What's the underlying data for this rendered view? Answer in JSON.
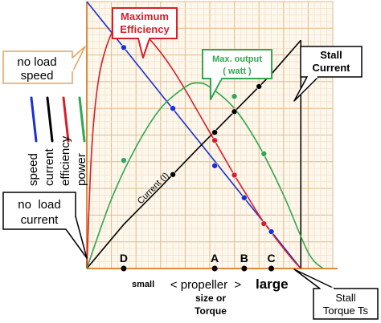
{
  "chart_data": {
    "type": "line",
    "xlim": [
      0,
      1
    ],
    "ylim": [
      0,
      1
    ],
    "grid": true,
    "series": [
      {
        "name": "speed",
        "color": "#1a2fd1",
        "x": [
          0,
          0.15,
          0.3,
          0.45,
          0.6,
          0.75,
          0.87
        ],
        "y": [
          1.0,
          0.828,
          0.655,
          0.483,
          0.31,
          0.138,
          0.0
        ]
      },
      {
        "name": "current",
        "color": "#000000",
        "x": [
          0,
          0.15,
          0.3,
          0.45,
          0.6,
          0.75,
          0.87
        ],
        "y": [
          0.0,
          0.165,
          0.305,
          0.448,
          0.588,
          0.728,
          0.855
        ]
      },
      {
        "name": "efficiency",
        "color": "#d81e2a",
        "x": [
          0,
          0.02,
          0.05,
          0.1,
          0.15,
          0.2,
          0.25,
          0.3,
          0.35,
          0.4,
          0.45,
          0.5,
          0.55,
          0.6,
          0.65,
          0.7,
          0.75,
          0.8,
          0.84,
          0.87
        ],
        "y": [
          0.0,
          0.45,
          0.72,
          0.88,
          0.928,
          0.91,
          0.865,
          0.81,
          0.745,
          0.67,
          0.59,
          0.51,
          0.43,
          0.35,
          0.275,
          0.2,
          0.135,
          0.075,
          0.03,
          0.0
        ]
      },
      {
        "name": "power",
        "color": "#2fa84f",
        "x": [
          0,
          0.1,
          0.2,
          0.3,
          0.4,
          0.45,
          0.5,
          0.6,
          0.7,
          0.8,
          0.9,
          0.96
        ],
        "y": [
          0.0,
          0.26,
          0.455,
          0.6,
          0.68,
          0.695,
          0.68,
          0.6,
          0.46,
          0.275,
          0.06,
          0.0
        ]
      }
    ],
    "markers": {
      "speed": [
        [
          0.15,
          0.828
        ],
        [
          0.35,
          0.6
        ],
        [
          0.52,
          0.385
        ],
        [
          0.64,
          0.265
        ],
        [
          0.75,
          0.138
        ]
      ],
      "current": [
        [
          0.35,
          0.352
        ],
        [
          0.52,
          0.51
        ],
        [
          0.6,
          0.588
        ],
        [
          0.7,
          0.682
        ]
      ],
      "efficiency": [
        [
          0.15,
          0.928
        ],
        [
          0.52,
          0.48
        ],
        [
          0.6,
          0.35
        ],
        [
          0.72,
          0.168
        ]
      ],
      "power": [
        [
          0.15,
          0.405
        ],
        [
          0.52,
          0.695
        ],
        [
          0.6,
          0.645
        ],
        [
          0.72,
          0.43
        ]
      ]
    },
    "x_points": [
      {
        "label": "D",
        "x": 0.15
      },
      {
        "label": "A",
        "x": 0.52
      },
      {
        "label": "B",
        "x": 0.64
      },
      {
        "label": "C",
        "x": 0.75
      }
    ],
    "x_axis_text": {
      "small": "small",
      "middle_line1": "< propeller  >",
      "middle_line2": "size or",
      "middle_line3": "Torque",
      "large": "large"
    },
    "curve_label": "Current (I)",
    "legend": [
      {
        "label": "speed",
        "color": "#1a2fd1"
      },
      {
        "label": "current",
        "color": "#000000"
      },
      {
        "label": "efficiency",
        "color": "#d81e2a"
      },
      {
        "label": "power",
        "color": "#2fa84f"
      }
    ],
    "callouts": {
      "max_efficiency": [
        "Maximum",
        "Efficiency"
      ],
      "max_output": [
        "Max. output",
        "( watt )"
      ],
      "no_load_speed": [
        "no load",
        "speed"
      ],
      "no_load_current": [
        "no  load",
        "current"
      ],
      "stall_current": [
        "Stall",
        "Current"
      ],
      "stall_torque": [
        "Stall",
        "Torque Ts"
      ]
    }
  }
}
